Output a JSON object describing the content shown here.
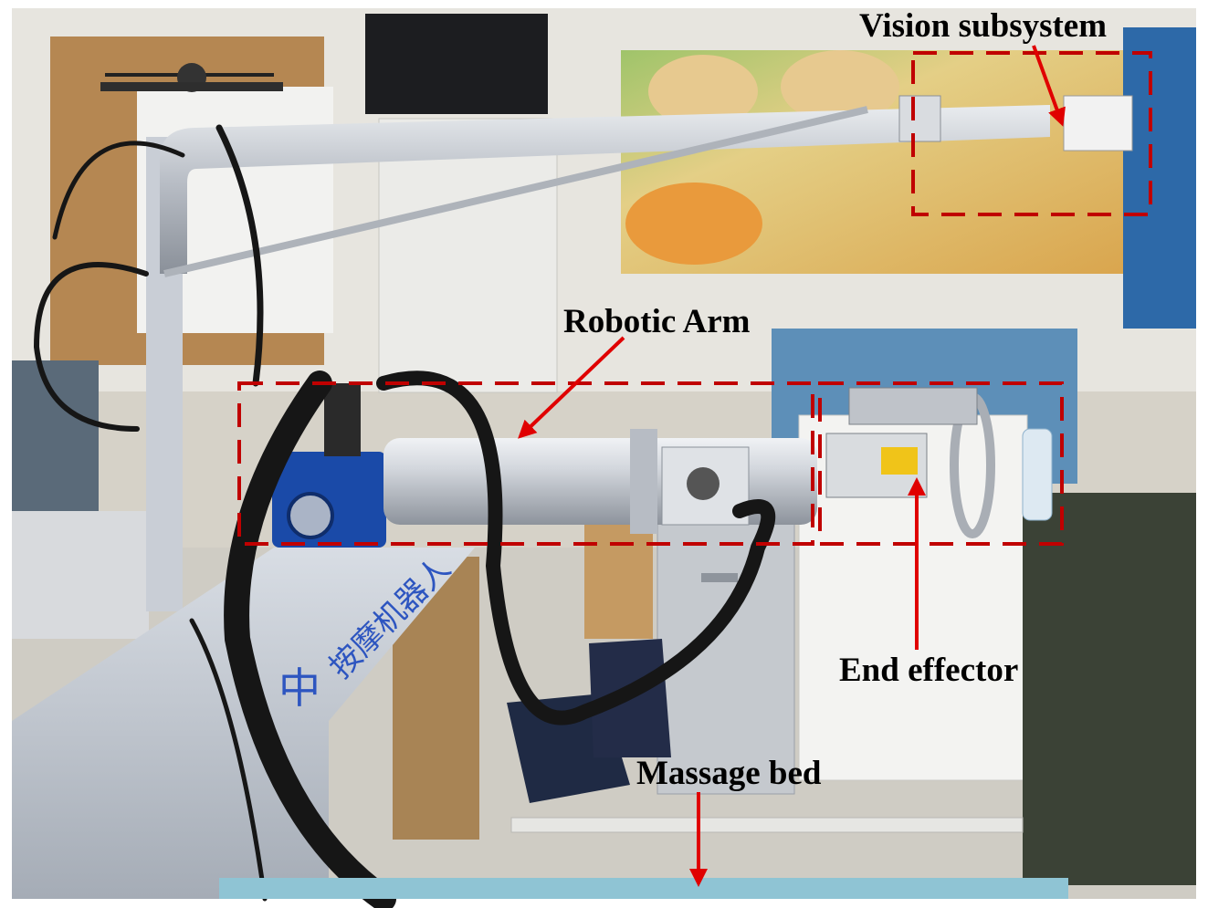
{
  "figure": {
    "labels": {
      "vision": "Vision subsystem",
      "arm": "Robotic Arm",
      "end_effector": "End effector",
      "bed": "Massage bed"
    },
    "wall_sign_text": "按摩机器人",
    "wall_sign_char": "中"
  },
  "colors": {
    "annotation_red": "#e00000",
    "box_red": "#c00000",
    "aluminum": "#c8ccd2",
    "motor_blue": "#1a4aa8",
    "cable_black": "#161616",
    "bed_blue": "#8fc4d4"
  }
}
